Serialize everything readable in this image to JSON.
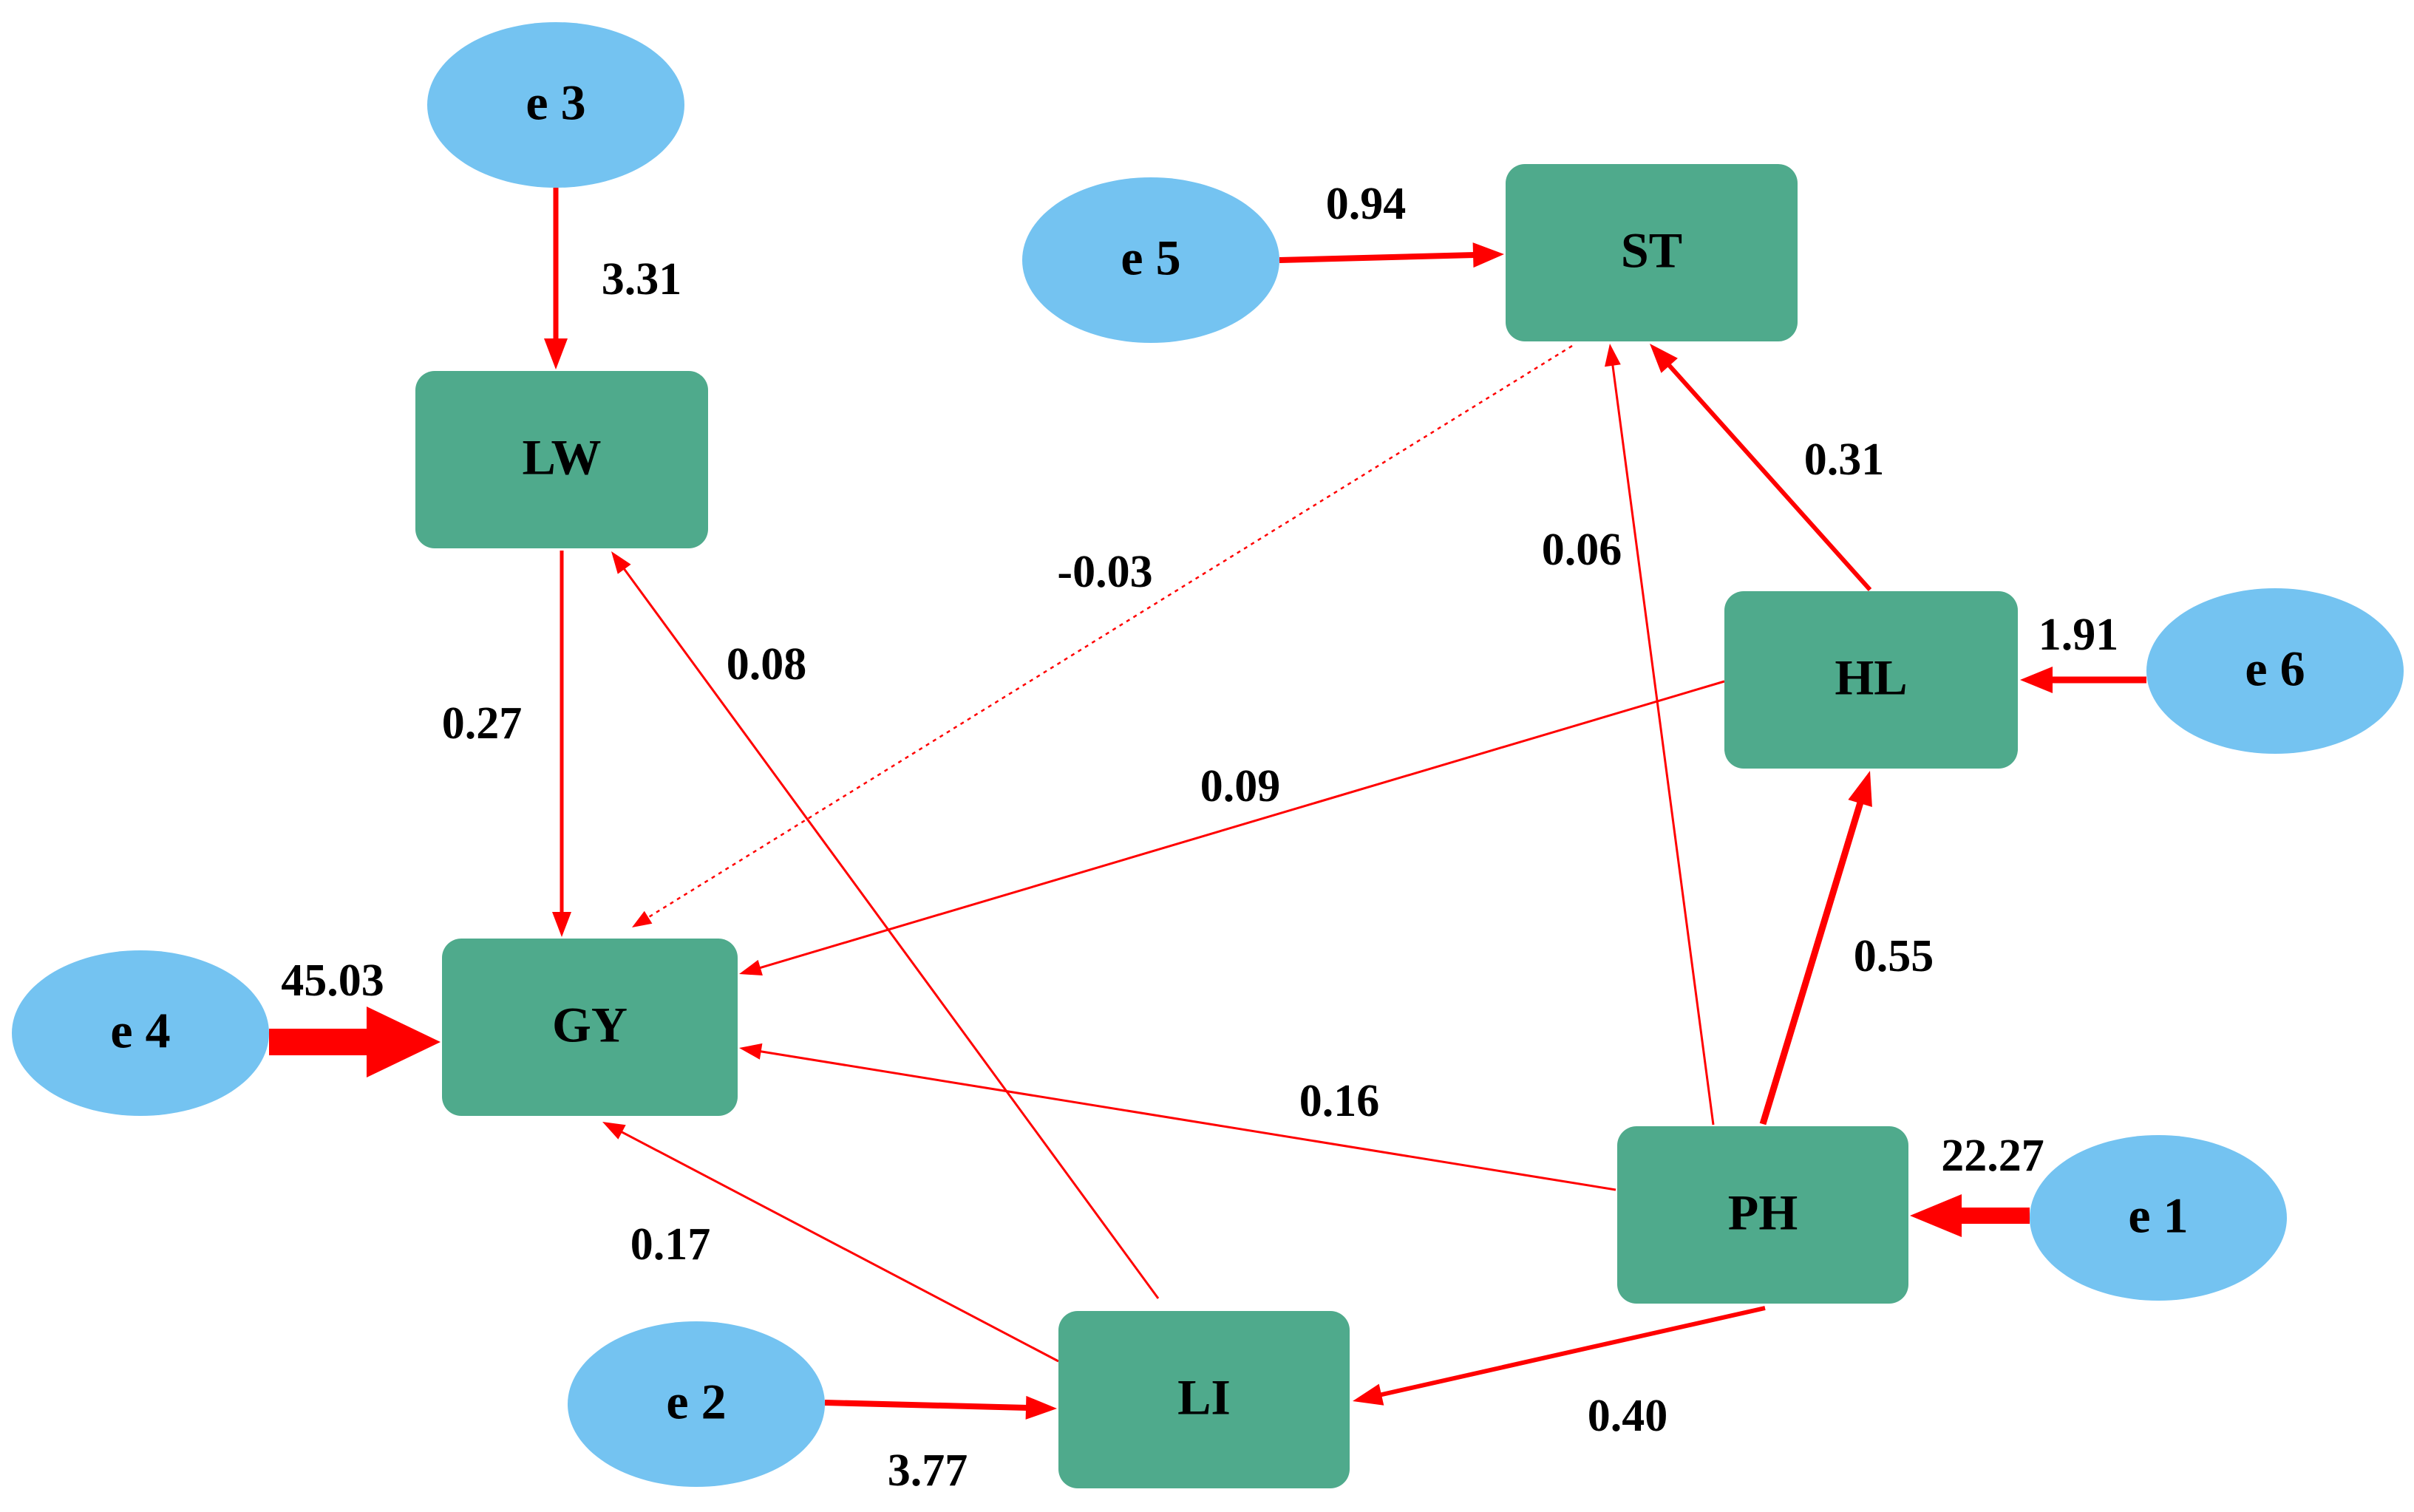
{
  "diagram": {
    "colors": {
      "variable_box": "#4faa8c",
      "error_ellipse": "#74c3f1",
      "arrow": "#ff0000",
      "text": "#000000"
    },
    "nodes": [
      {
        "id": "ST",
        "label": "ST",
        "kind": "variable"
      },
      {
        "id": "LW",
        "label": "LW",
        "kind": "variable"
      },
      {
        "id": "HL",
        "label": "HL",
        "kind": "variable"
      },
      {
        "id": "GY",
        "label": "GY",
        "kind": "variable"
      },
      {
        "id": "PH",
        "label": "PH",
        "kind": "variable"
      },
      {
        "id": "LI",
        "label": "LI",
        "kind": "variable"
      },
      {
        "id": "e3",
        "label": "e 3",
        "kind": "error"
      },
      {
        "id": "e5",
        "label": "e 5",
        "kind": "error"
      },
      {
        "id": "e6",
        "label": "e 6",
        "kind": "error"
      },
      {
        "id": "e4",
        "label": "e 4",
        "kind": "error"
      },
      {
        "id": "e1",
        "label": "e 1",
        "kind": "error"
      },
      {
        "id": "e2",
        "label": "e 2",
        "kind": "error"
      }
    ],
    "edges": [
      {
        "from": "e3",
        "to": "LW",
        "label": "3.31",
        "style": "solid"
      },
      {
        "from": "e5",
        "to": "ST",
        "label": "0.94",
        "style": "solid"
      },
      {
        "from": "LW",
        "to": "GY",
        "label": "0.27",
        "style": "solid"
      },
      {
        "from": "LI",
        "to": "LW",
        "label": "0.08",
        "style": "solid"
      },
      {
        "from": "ST",
        "to": "GY",
        "label": "-0.03",
        "style": "dotted"
      },
      {
        "from": "PH",
        "to": "ST",
        "label": "0.06",
        "style": "solid"
      },
      {
        "from": "HL",
        "to": "ST",
        "label": "0.31",
        "style": "solid"
      },
      {
        "from": "e6",
        "to": "HL",
        "label": "1.91",
        "style": "solid"
      },
      {
        "from": "HL",
        "to": "GY",
        "label": "0.09",
        "style": "solid"
      },
      {
        "from": "e4",
        "to": "GY",
        "label": "45.03",
        "style": "solid"
      },
      {
        "from": "PH",
        "to": "HL",
        "label": "0.55",
        "style": "solid"
      },
      {
        "from": "PH",
        "to": "GY",
        "label": "0.16",
        "style": "solid"
      },
      {
        "from": "e1",
        "to": "PH",
        "label": "22.27",
        "style": "solid"
      },
      {
        "from": "LI",
        "to": "GY",
        "label": "0.17",
        "style": "solid"
      },
      {
        "from": "PH",
        "to": "LI",
        "label": "0.40",
        "style": "solid"
      },
      {
        "from": "e2",
        "to": "LI",
        "label": "3.77",
        "style": "solid"
      }
    ]
  }
}
